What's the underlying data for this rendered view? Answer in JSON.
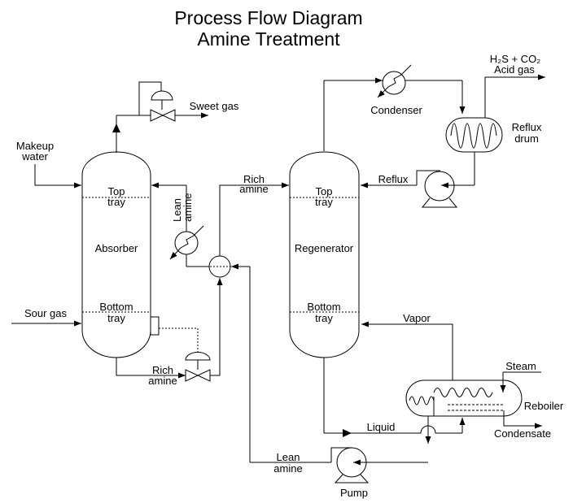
{
  "title": {
    "line1": "Process Flow Diagram",
    "line2": "Amine Treatment"
  },
  "colors": {
    "line": "#000000",
    "background": "#ffffff"
  },
  "equipment": {
    "absorber": {
      "label": "Absorber"
    },
    "regenerator": {
      "label": "Regenerator"
    },
    "condenser": {
      "label": "Condenser"
    },
    "reflux_drum": {
      "line1": "Reflux",
      "line2": "drum"
    },
    "reboiler": {
      "label": "Reboiler"
    },
    "pump": {
      "label": "Pump"
    },
    "top_tray": {
      "line1": "Top",
      "line2": "tray"
    },
    "bottom_tray": {
      "line1": "Bottom",
      "line2": "tray"
    }
  },
  "streams": {
    "sweet_gas": "Sweet gas",
    "makeup_water": {
      "line1": "Makeup",
      "line2": "water"
    },
    "sour_gas": "Sour gas",
    "rich_amine": {
      "line1": "Rich",
      "line2": "amine"
    },
    "lean_amine": {
      "line1": "Lean",
      "line2": "amine"
    },
    "reflux": "Reflux",
    "acid_gas": {
      "line1": "H₂S + CO₂",
      "line2": "Acid gas"
    },
    "vapor": "Vapor",
    "liquid": "Liquid",
    "steam": "Steam",
    "condensate": "Condensate"
  }
}
